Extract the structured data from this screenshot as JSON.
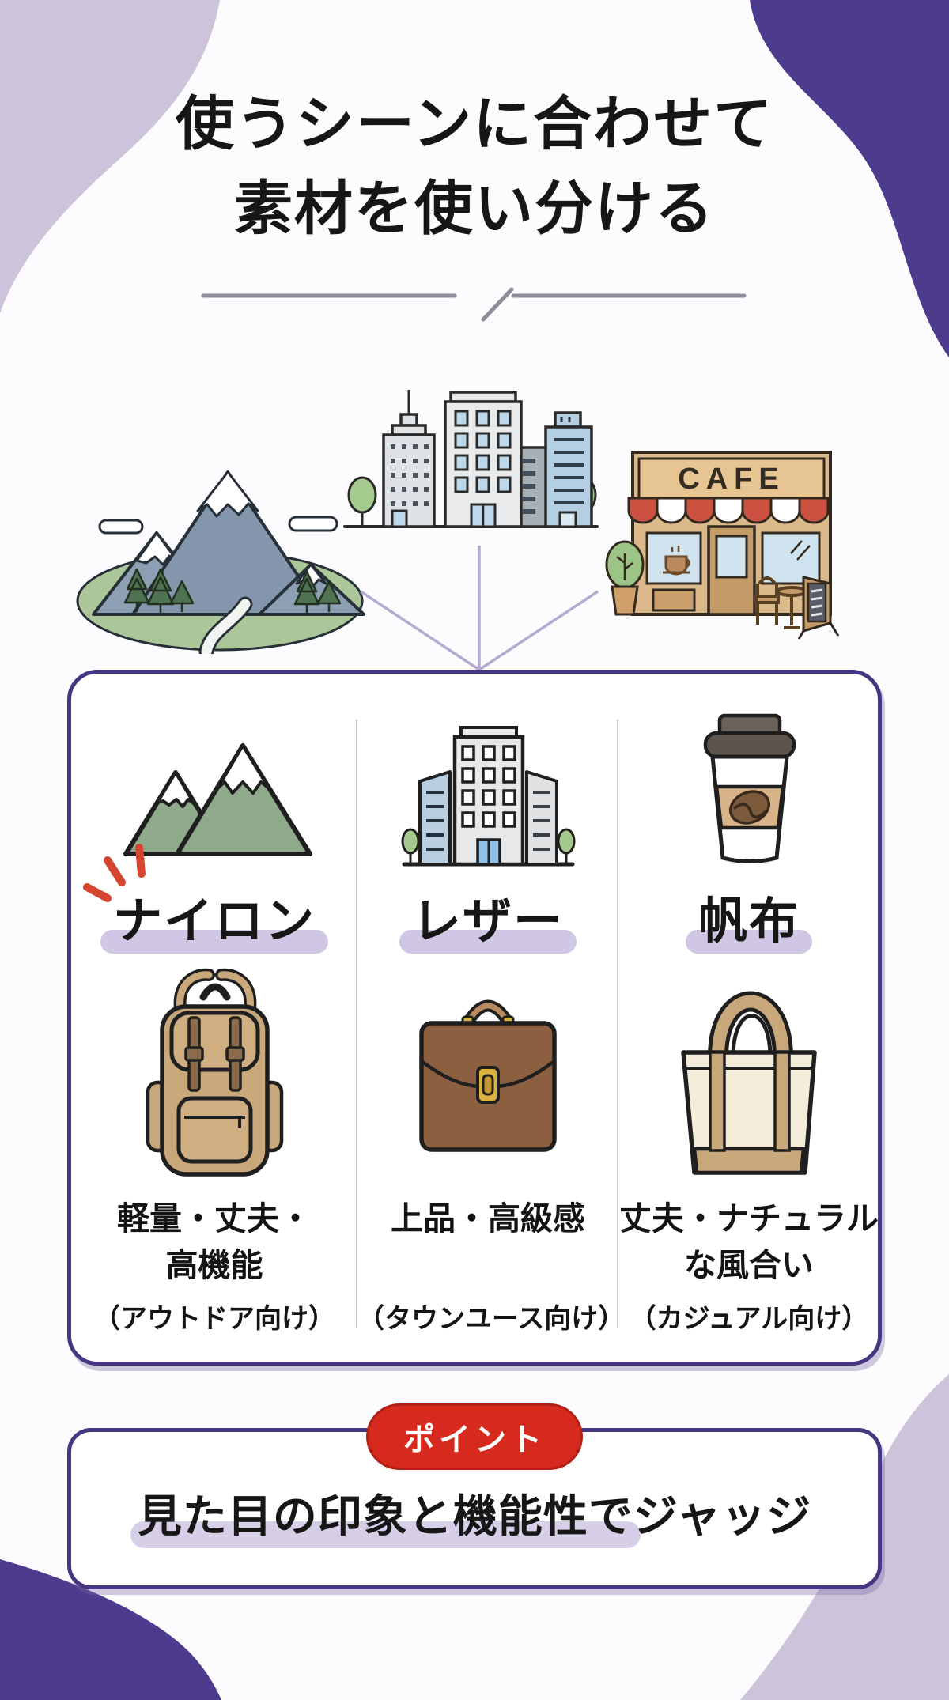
{
  "header": {
    "title_line1": "使うシーンに合わせて",
    "title_line2": "素材を使い分ける"
  },
  "scenes": {
    "cafe_sign": "CAFE",
    "scene_names": [
      "mountain-outdoor",
      "city-town",
      "cafe-casual"
    ]
  },
  "materials": {
    "columns": [
      {
        "name": "ナイロン",
        "scene_icon": "mountain-icon",
        "bag_icon": "backpack-icon",
        "feature_line1": "軽量・丈夫・",
        "feature_line2": "高機能",
        "audience": "（アウトドア向け）"
      },
      {
        "name": "レザー",
        "scene_icon": "building-icon",
        "bag_icon": "briefcase-icon",
        "feature_line1": "上品・高級感",
        "feature_line2": "",
        "audience": "（タウンユース向け）"
      },
      {
        "name": "帆布",
        "scene_icon": "coffee-cup-icon",
        "bag_icon": "tote-bag-icon",
        "feature_line1": "丈夫・ナチュラル",
        "feature_line2": "な風合い",
        "audience": "（カジュアル向け）"
      }
    ]
  },
  "point": {
    "badge_label": "ポイント",
    "text": "見た目の印象と機能性でジャッジ"
  },
  "colors": {
    "accent_purple_dark": "#4d3b8e",
    "accent_purple_light": "#cdc4dc",
    "box_border_purple": "#463581",
    "badge_red": "#d62a1e",
    "highlight_lavender": "#cfc7e3",
    "connector_purple": "#b5abd0"
  }
}
